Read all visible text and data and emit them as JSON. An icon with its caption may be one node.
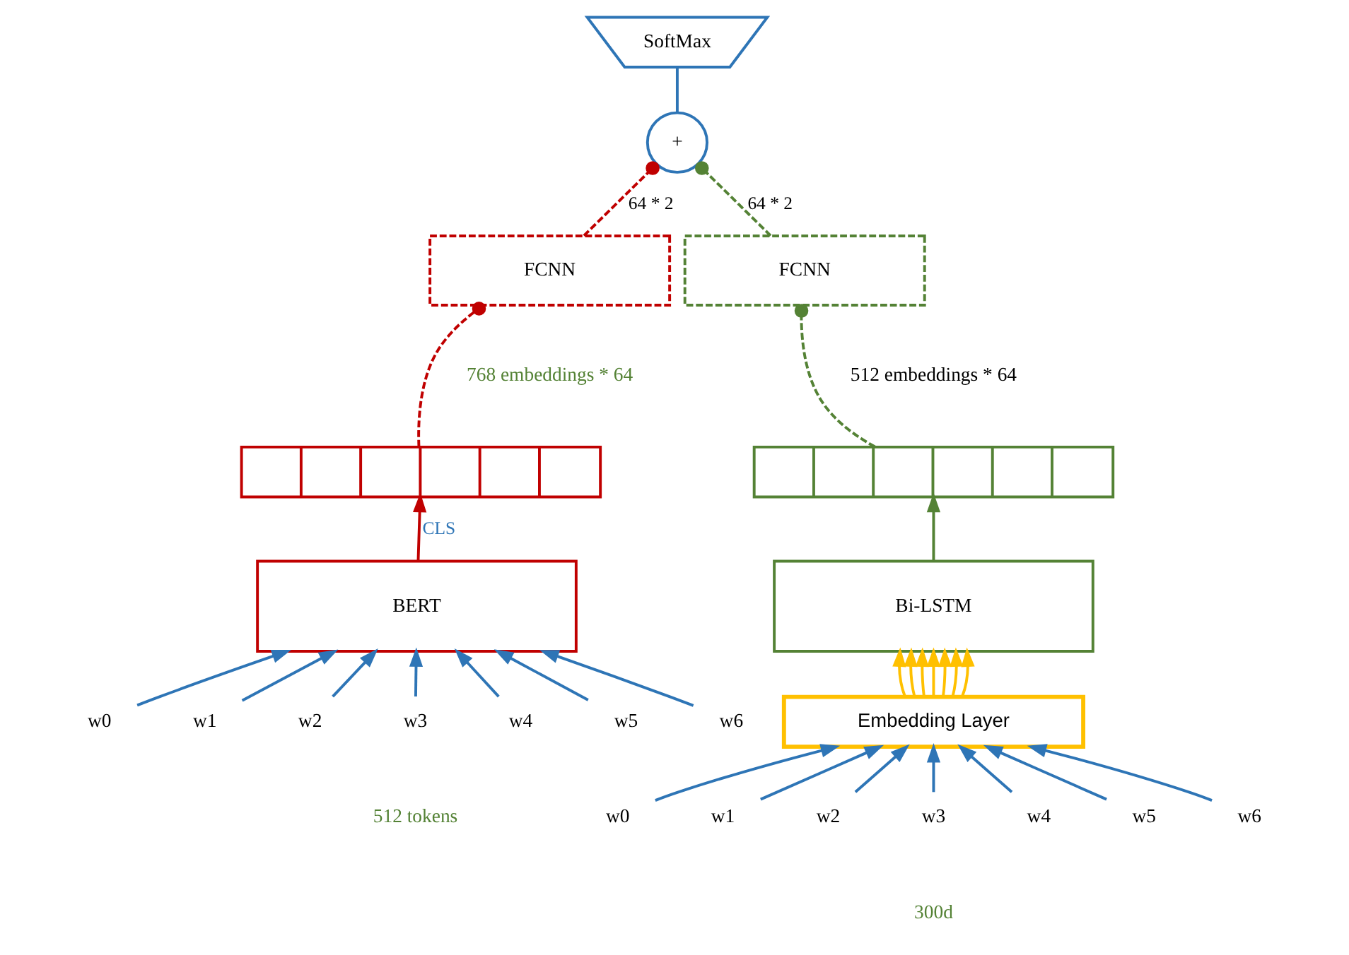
{
  "diagram": {
    "nodes": [
      {
        "text": [
          "SoftMax"
        ]
      },
      {
        "text": [
          "FCNN"
        ]
      },
      {
        "text": [
          "+"
        ]
      },
      {
        "text": [
          "FCNN"
        ]
      },
      {
        "text": [],
        "shape": "box"
      },
      {
        "text": [],
        "shape": "box"
      },
      {
        "text": [
          "BERT"
        ]
      },
      {
        "text": [
          "Bi-LSTM"
        ]
      },
      {
        "text": [
          "Embedding Layer"
        ]
      },
      {
        "text": [
          "w0"
        ]
      },
      {
        "text": [
          "w1"
        ]
      },
      {
        "text": [
          "w2"
        ]
      },
      {
        "text": [
          "w3"
        ]
      },
      {
        "text": [
          "w4"
        ]
      },
      {
        "text": [
          "w5"
        ]
      },
      {
        "text": [
          "w6"
        ]
      },
      {
        "text": [
          "w0"
        ]
      },
      {
        "text": [
          "w1"
        ]
      },
      {
        "text": [
          "w2"
        ]
      },
      {
        "text": [
          "w3"
        ]
      },
      {
        "text": [
          "w4"
        ]
      },
      {
        "text": [
          "w5"
        ]
      },
      {
        "text": [
          "w6"
        ]
      }
    ],
    "edges": [
      {
        "from": 2,
        "to": 0,
        "arrow": "none"
      },
      {
        "from": 1,
        "to": 2,
        "arrow": "other",
        "label": "64 * 2",
        "style": "dashed",
        "color": "#c00000"
      },
      {
        "from": 3,
        "to": 2,
        "arrow": "other",
        "label": "64 * 2",
        "style": "dashed",
        "color": "#548235"
      },
      {
        "from": 4,
        "to": 1,
        "arrow": "other",
        "style": "dashed",
        "color": "#c00000"
      },
      {
        "from": 5,
        "to": 3,
        "arrow": "other",
        "style": "dashed",
        "color": "#548235"
      },
      {
        "from": 6,
        "to": 4,
        "arrow": "to",
        "label": "CLS",
        "color": "#c00000"
      },
      {
        "from": 7,
        "to": 5,
        "arrow": "to",
        "color": "#548235"
      },
      {
        "from": 9,
        "to": 6,
        "arrow": "to"
      },
      {
        "from": 10,
        "to": 6,
        "arrow": "to"
      },
      {
        "from": 11,
        "to": 6,
        "arrow": "to"
      },
      {
        "from": 12,
        "to": 6,
        "arrow": "to"
      },
      {
        "from": 13,
        "to": 6,
        "arrow": "to"
      },
      {
        "from": 14,
        "to": 6,
        "arrow": "to"
      },
      {
        "from": 15,
        "to": 6,
        "arrow": "to"
      },
      {
        "from": 8,
        "to": 7,
        "arrow": "to",
        "color": "#ffc000"
      },
      {
        "from": 8,
        "to": 7,
        "arrow": "to",
        "color": "#ffc000"
      },
      {
        "from": 8,
        "to": 7,
        "arrow": "to",
        "color": "#ffc000"
      },
      {
        "from": 8,
        "to": 7,
        "arrow": "to",
        "color": "#ffc000"
      },
      {
        "from": 8,
        "to": 7,
        "arrow": "to",
        "color": "#ffc000"
      },
      {
        "from": 8,
        "to": 7,
        "arrow": "to",
        "color": "#ffc000"
      },
      {
        "from": 8,
        "to": 7,
        "arrow": "to",
        "color": "#ffc000"
      },
      {
        "from": 16,
        "to": 8,
        "arrow": "to"
      },
      {
        "from": 17,
        "to": 8,
        "arrow": "to"
      },
      {
        "from": 18,
        "to": 8,
        "arrow": "to"
      },
      {
        "from": 19,
        "to": 8,
        "arrow": "to"
      },
      {
        "from": 20,
        "to": 8,
        "arrow": "to"
      },
      {
        "from": 21,
        "to": 8,
        "arrow": "to"
      },
      {
        "from": 22,
        "to": 8,
        "arrow": "to"
      }
    ],
    "labels": [
      "768 embeddings * 64",
      "512 embeddings * 64",
      "512 tokens",
      "300d"
    ]
  }
}
